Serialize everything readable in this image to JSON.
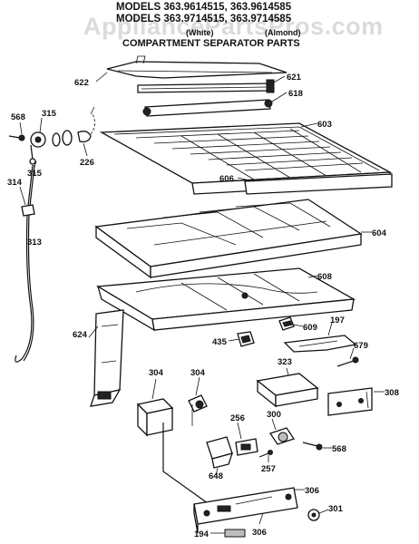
{
  "header": {
    "line1": "MODELS 363.9614515, 363.9614585",
    "line2": "MODELS 363.9714515, 363.9714585",
    "white": "(White)",
    "almond": "(Almond)",
    "subtitle": "COMPARTMENT SEPARATOR PARTS"
  },
  "watermark": "AppliancePartsPros.com",
  "labels": {
    "p622": "622",
    "p621": "621",
    "p618": "618",
    "p568a": "568",
    "p315a": "315",
    "p315b": "315",
    "p226": "226",
    "p603": "603",
    "p606": "606",
    "p314": "314",
    "p313": "313",
    "p604": "604",
    "p608": "608",
    "p609": "609",
    "p624": "624",
    "p435": "435",
    "p197": "197",
    "p679": "679",
    "p323": "323",
    "p308": "308",
    "p304a": "304",
    "p304b": "304",
    "p256": "256",
    "p300": "300",
    "p568b": "568",
    "p257": "257",
    "p648": "648",
    "p306a": "306",
    "p301": "301",
    "p194": "194",
    "p306b": "306"
  }
}
